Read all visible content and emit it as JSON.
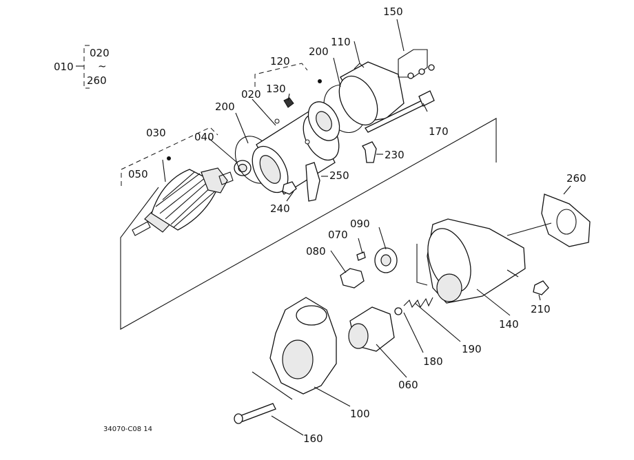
{
  "diagram": {
    "group_range": {
      "top": "020",
      "tilde": "~",
      "bottom": "260"
    },
    "callouts": {
      "c010": "010",
      "c020": "020",
      "c030": "030",
      "c040": "040",
      "c050": "050",
      "c060": "060",
      "c070": "070",
      "c080": "080",
      "c090": "090",
      "c100": "100",
      "c110": "110",
      "c120": "120",
      "c130": "130",
      "c140": "140",
      "c150": "150",
      "c160": "160",
      "c170": "170",
      "c180": "180",
      "c190": "190",
      "c200a": "200",
      "c200b": "200",
      "c210": "210",
      "c230": "230",
      "c240": "240",
      "c250": "250",
      "c260": "260"
    },
    "figure_code": "34070-C08 14"
  }
}
